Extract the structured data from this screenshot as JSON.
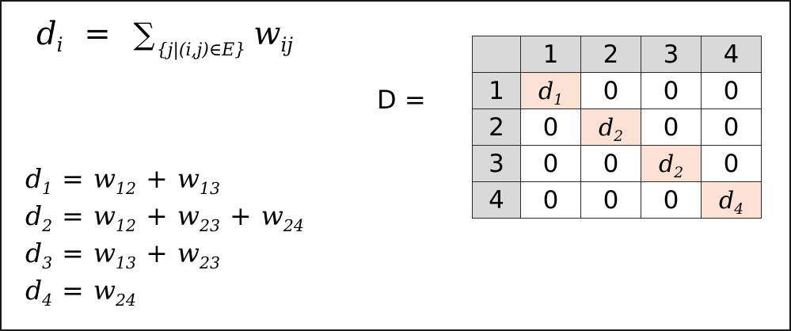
{
  "definition": {
    "lhs_var": "d",
    "lhs_sub": "i",
    "equals": "=",
    "sum": "∑",
    "sum_sub": "{j|(i,j)∈E}",
    "term_var": "w",
    "term_sub": "ij"
  },
  "equations": [
    {
      "lhs": {
        "var": "d",
        "sub": "1"
      },
      "terms": [
        {
          "var": "w",
          "sub": "12"
        },
        {
          "var": "w",
          "sub": "13"
        }
      ]
    },
    {
      "lhs": {
        "var": "d",
        "sub": "2"
      },
      "terms": [
        {
          "var": "w",
          "sub": "12"
        },
        {
          "var": "w",
          "sub": "23"
        },
        {
          "var": "w",
          "sub": "24"
        }
      ]
    },
    {
      "lhs": {
        "var": "d",
        "sub": "3"
      },
      "terms": [
        {
          "var": "w",
          "sub": "13"
        },
        {
          "var": "w",
          "sub": "23"
        }
      ]
    },
    {
      "lhs": {
        "var": "d",
        "sub": "4"
      },
      "terms": [
        {
          "var": "w",
          "sub": "24"
        }
      ]
    }
  ],
  "matrix": {
    "label": "D  =",
    "col_headers": [
      "1",
      "2",
      "3",
      "4"
    ],
    "rows": [
      {
        "header": "1",
        "cells": [
          {
            "diag": true,
            "var": "d",
            "sub": "1"
          },
          {
            "text": "0"
          },
          {
            "text": "0"
          },
          {
            "text": "0"
          }
        ]
      },
      {
        "header": "2",
        "cells": [
          {
            "text": "0"
          },
          {
            "diag": true,
            "var": "d",
            "sub": "2"
          },
          {
            "text": "0"
          },
          {
            "text": "0"
          }
        ]
      },
      {
        "header": "3",
        "cells": [
          {
            "text": "0"
          },
          {
            "text": "0"
          },
          {
            "diag": true,
            "var": "d",
            "sub": "2"
          },
          {
            "text": "0"
          }
        ]
      },
      {
        "header": "4",
        "cells": [
          {
            "text": "0"
          },
          {
            "text": "0"
          },
          {
            "text": "0"
          },
          {
            "diag": true,
            "var": "d",
            "sub": "4"
          }
        ]
      }
    ],
    "diag_color": "#fbe2d5",
    "header_color": "#d9d9d9"
  }
}
